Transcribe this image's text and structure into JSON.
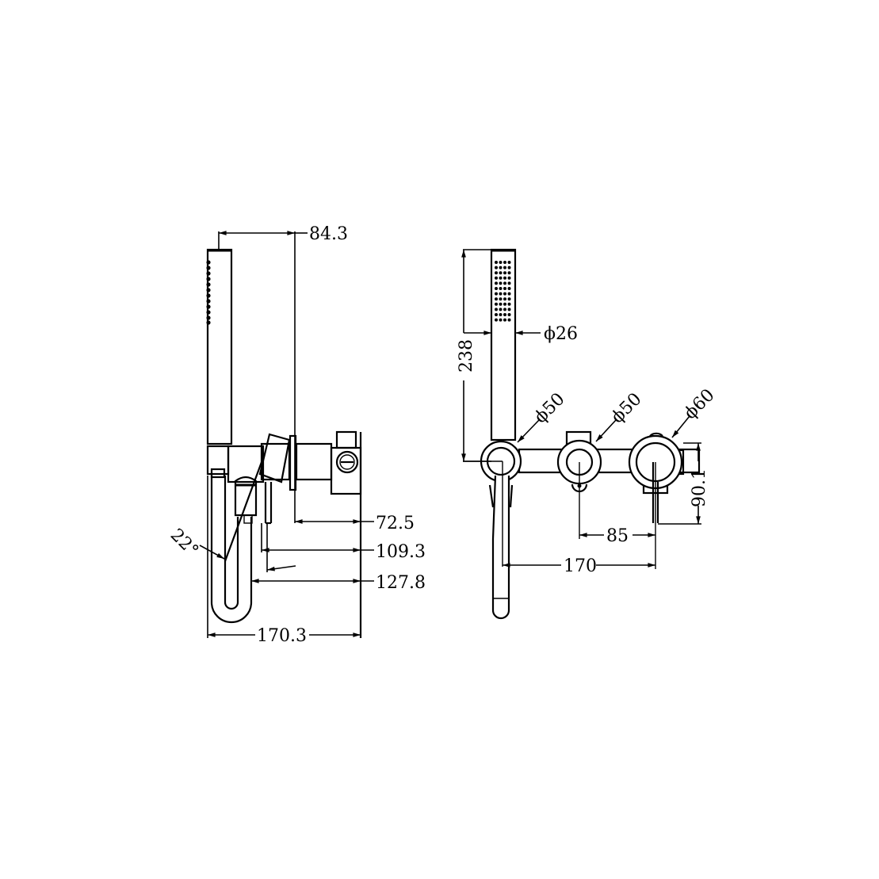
{
  "drawing": {
    "background": "#ffffff",
    "line_color": "#000000",
    "side_view": {
      "title": "side-elevation",
      "dimensions": {
        "handpiece_offset": "84.3",
        "wall_to_plate": "72.5",
        "wall_to_lever": "109.3",
        "wall_to_holder": "127.8",
        "overall_depth": "170.3",
        "handle_angle": "22°"
      }
    },
    "front_view": {
      "title": "front-elevation",
      "dimensions": {
        "handpiece_length": "238",
        "handpiece_diameter": "ϕ26",
        "holder_plate_diameter": "ϕ50",
        "diverter_plate_diameter": "ϕ50",
        "mixer_plate_diameter": "ϕ60",
        "lever_drop": "90.1",
        "center_spacing_short": "85",
        "center_spacing_long": "170"
      }
    }
  }
}
